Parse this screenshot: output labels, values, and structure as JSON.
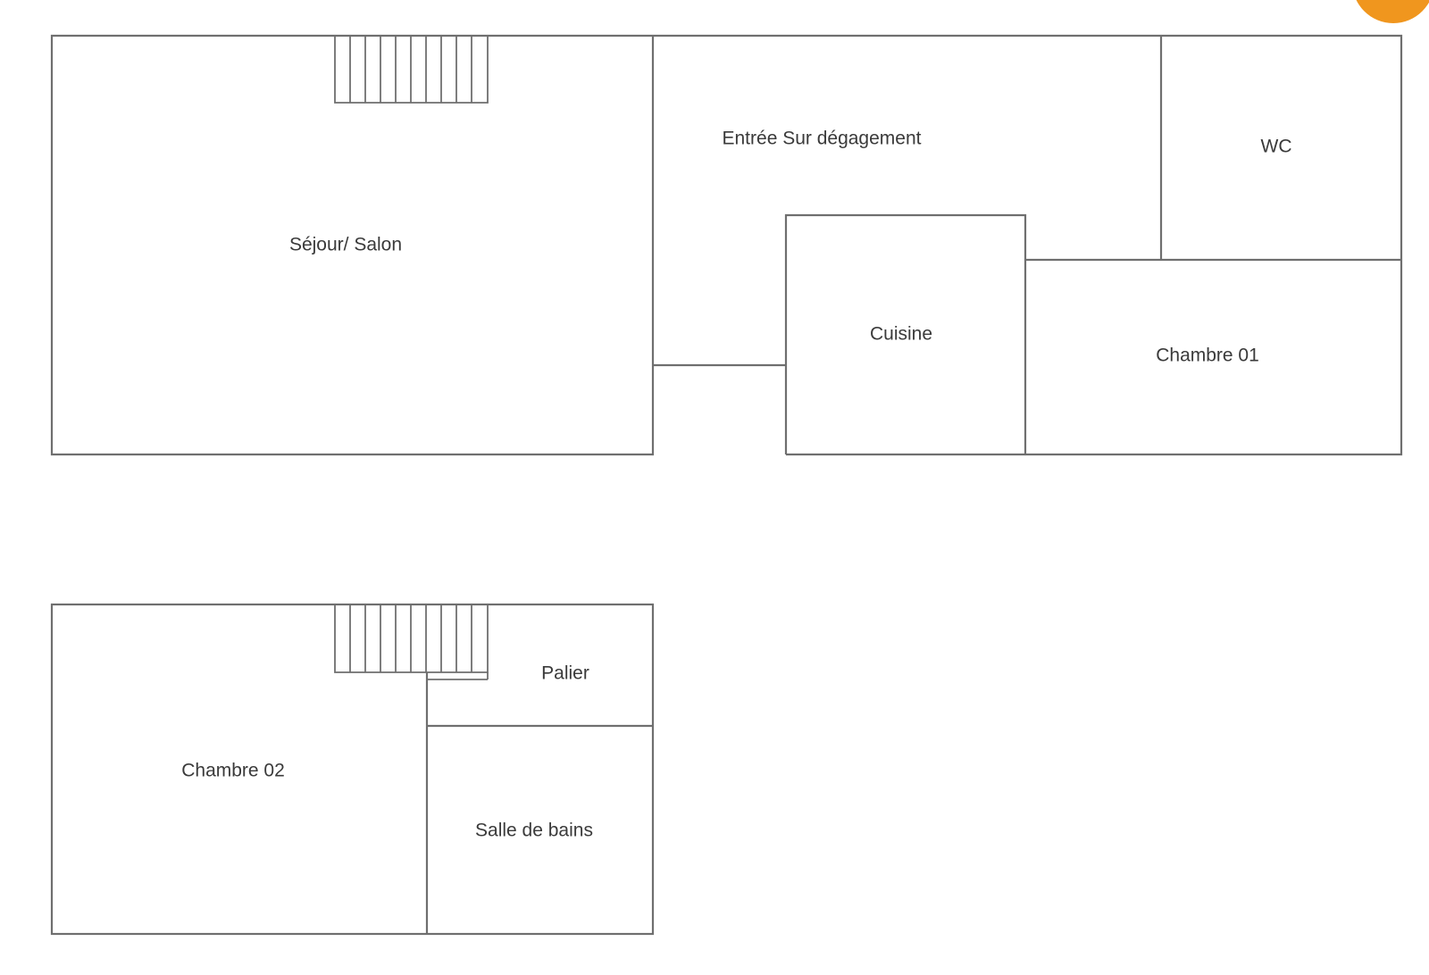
{
  "plan": {
    "ground_floor": {
      "rooms": {
        "sejour_salon": "Séjour/ Salon",
        "entree": "Entrée Sur dégagement",
        "wc": "WC",
        "cuisine": "Cuisine",
        "chambre_01": "Chambre 01"
      }
    },
    "upper_floor": {
      "rooms": {
        "chambre_02": "Chambre 02",
        "palier": "Palier",
        "salle_de_bains": "Salle de bains"
      }
    }
  },
  "colors": {
    "wall": "#6f6f6f",
    "label": "#3a3a3a",
    "badge": "#f0961e",
    "background": "#ffffff"
  }
}
